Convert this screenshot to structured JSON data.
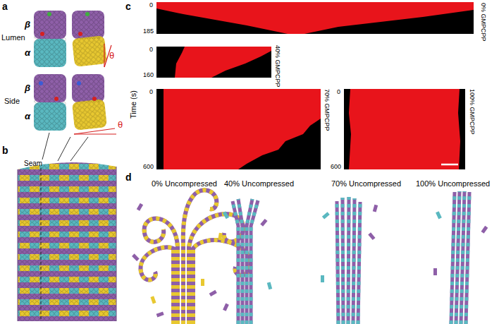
{
  "diagram": {
    "labels": [
      "a",
      "b",
      "c",
      "d",
      "Lumen",
      "β",
      "α",
      "θ",
      "Side",
      "β",
      "α",
      "θ",
      "Seam",
      "Time (s)",
      "0",
      "185",
      "0% GMPCPP",
      "0",
      "160",
      "40% GMPCPP",
      "0",
      "600",
      "70% GMPCPP",
      "0",
      "600",
      "100% GMPCPP",
      "0% Uncompressed",
      "40% Uncompressed",
      "70% Uncompressed",
      "100% Uncompressed"
    ]
  }
}
